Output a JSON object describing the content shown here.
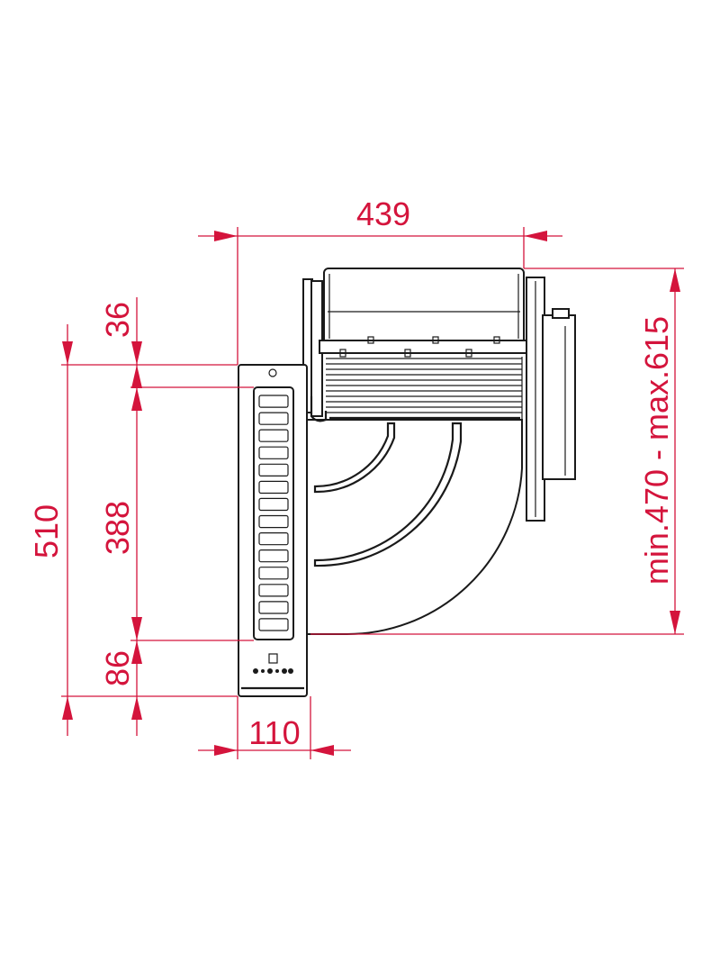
{
  "colors": {
    "dimension": "#d4143c",
    "outline": "#1a1a1a",
    "background": "#ffffff"
  },
  "dimensions": {
    "width_total": "439",
    "width_panel": "110",
    "height_total": "510",
    "height_top": "36",
    "height_vent": "388",
    "height_bottom": "86",
    "install_height": "min.470 - max.615"
  }
}
